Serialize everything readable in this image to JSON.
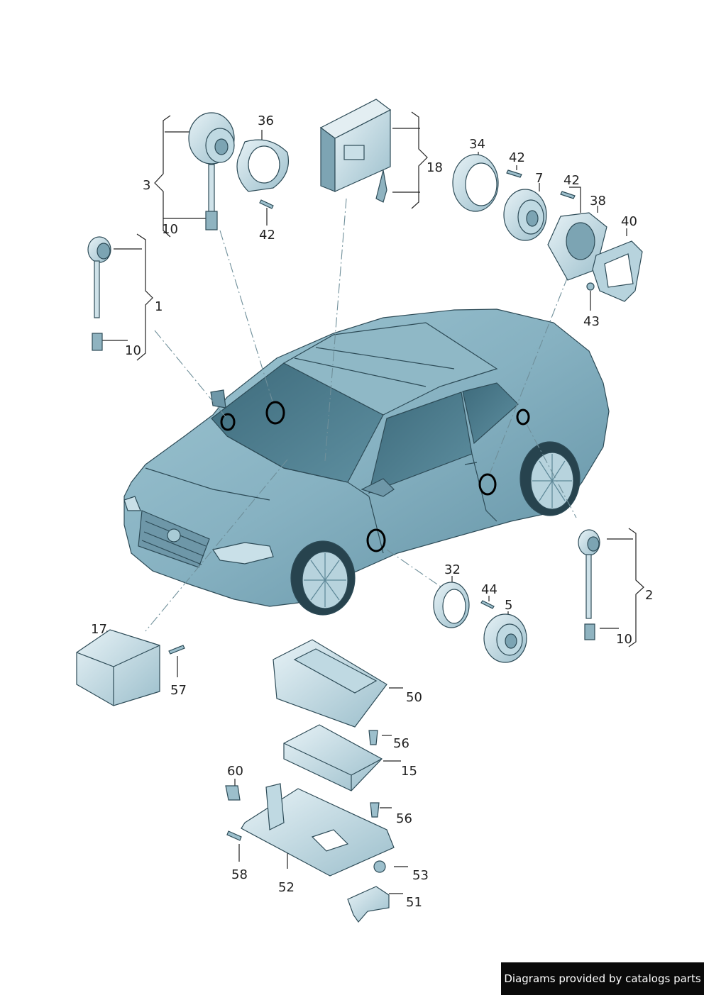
{
  "labels": {
    "l36": "36",
    "l3": "3",
    "l10a": "10",
    "l42a": "42",
    "l18": "18",
    "l34": "34",
    "l42b": "42",
    "l7": "7",
    "l42c": "42",
    "l38": "38",
    "l40": "40",
    "l43": "43",
    "l1": "1",
    "l10b": "10",
    "l32": "32",
    "l44": "44",
    "l5": "5",
    "l2": "2",
    "l10c": "10",
    "l17": "17",
    "l57": "57",
    "l50": "50",
    "l56a": "56",
    "l15": "15",
    "l60": "60",
    "l56b": "56",
    "l58": "58",
    "l52": "52",
    "l53": "53",
    "l51": "51"
  },
  "credit": "Diagrams provided by catalogs parts"
}
